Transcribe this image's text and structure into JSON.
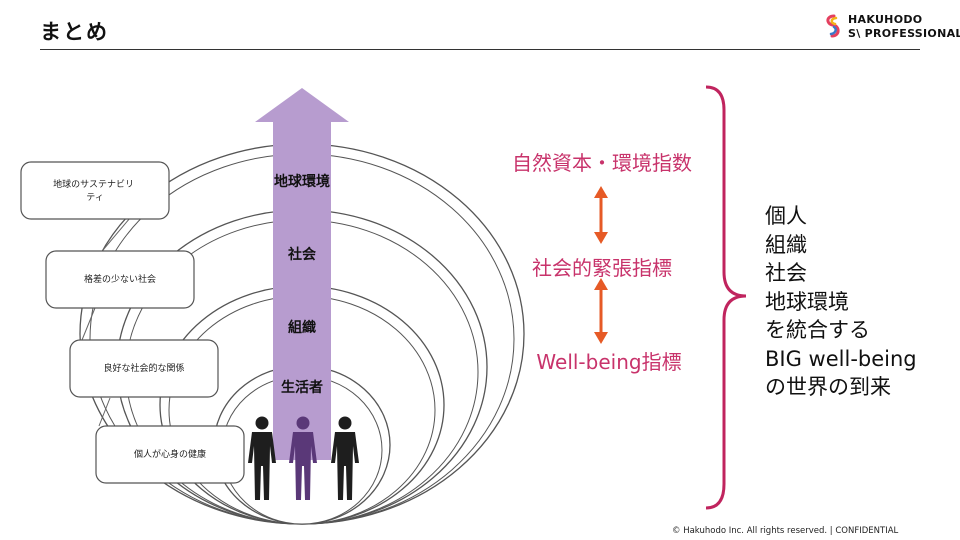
{
  "header": {
    "title": "まとめ",
    "logo_line1": "HAKUHODO",
    "logo_line2": "S\\ PROFESSIONALS"
  },
  "diagram": {
    "levels": [
      "地球環境",
      "社会",
      "組織",
      "生活者"
    ],
    "callouts": [
      "地球のサステナビリティ",
      "格差の少ない社会",
      "良好な社会的な関係",
      "個人が心身の健康"
    ],
    "metrics": [
      "自然資本・環境指数",
      "社会的緊張指標",
      "Well-being指標"
    ],
    "summary_lines": [
      "個人",
      "組織",
      "社会",
      "地球環境",
      "を統合する",
      "BIG well-being",
      "の世界の到来"
    ]
  },
  "footer": {
    "copyright": "© Hakuhodo Inc. All rights reserved. | CONFIDENTIAL"
  },
  "colors": {
    "accent_purple": "#b79ccf",
    "person_purple": "#5a3878",
    "metric_pink": "#c8336b",
    "arrow_orange": "#e65a26",
    "brace_magenta": "#c0245e"
  }
}
